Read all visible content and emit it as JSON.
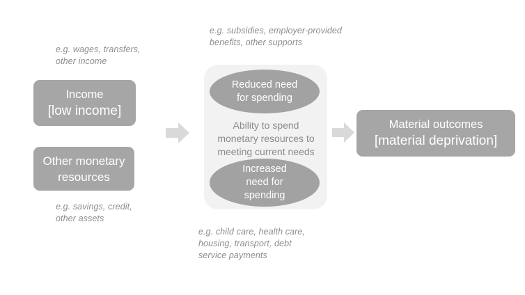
{
  "diagram": {
    "title": "Ability to spend monetary resources to meeting current needs",
    "colors": {
      "box_fill": "#a6a6a6",
      "box_text": "#ffffff",
      "ellipse_fill": "#a2a2a2",
      "panel_fill": "#f2f2f2",
      "arrow_fill": "#d9d9d9",
      "caption_text": "#8c8c8c",
      "panel_text": "#8a8a8a",
      "background": "#ffffff"
    }
  },
  "captions": {
    "income_sources": "e.g. wages, transfers,\nother income",
    "other_resources": "e.g. savings, credit,\nother assets",
    "supports": "e.g. subsidies, employer-provided\nbenefits, other supports",
    "needs": "e.g. child care, health care,\nhousing, transport, debt\nservice payments"
  },
  "boxes": {
    "income": {
      "line1": "Income",
      "line2": "[low income]"
    },
    "other_monetary_resources": {
      "line1": "Other monetary\nresources"
    },
    "material_outcomes": {
      "line1": "Material outcomes",
      "line2": "[material deprivation]"
    }
  },
  "centre_panel": {
    "top_ellipse": "Reduced need\nfor spending",
    "centre_text": "Ability to spend\nmonetary resources to\nmeeting current needs",
    "bottom_ellipse": "Increased\nneed for\nspending"
  },
  "arrows": {
    "left_to_centre": "right-arrow-icon",
    "centre_to_right": "right-arrow-icon"
  }
}
